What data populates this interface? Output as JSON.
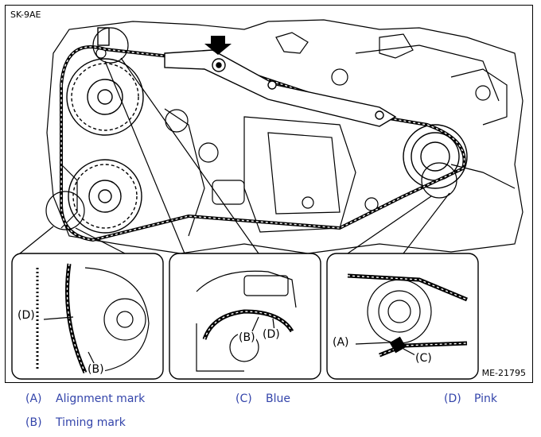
{
  "figure": {
    "code": "SK-9AE",
    "reference": "ME-21795",
    "callouts": {
      "detail1_d": "(D)",
      "detail1_b": "(B)",
      "detail2_b": "(B)",
      "detail2_d": "(D)",
      "detail3_a": "(A)",
      "detail3_c": "(C)"
    }
  },
  "legend": [
    {
      "letter": "(A)",
      "label": "Alignment mark"
    },
    {
      "letter": "(B)",
      "label": "Timing mark"
    },
    {
      "letter": "(C)",
      "label": "Blue"
    },
    {
      "letter": "(D)",
      "label": "Pink"
    }
  ],
  "colors": {
    "line": "#000000",
    "legend_text": "#3344aa",
    "background": "#ffffff"
  }
}
